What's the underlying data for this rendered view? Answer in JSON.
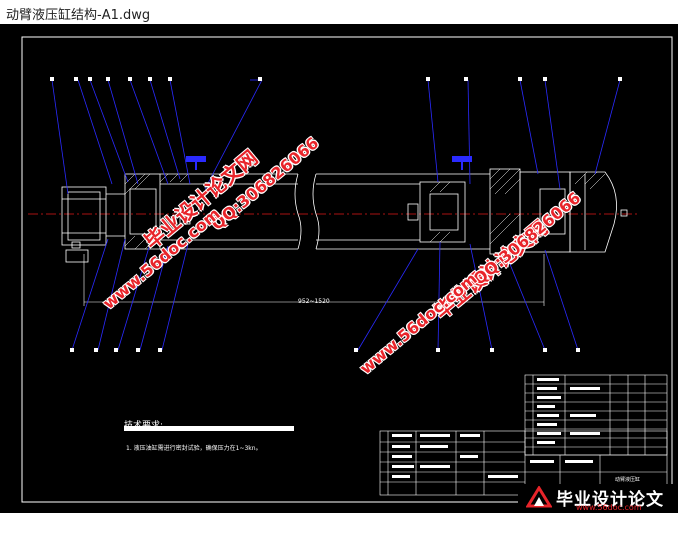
{
  "window": {
    "title": "动臂液压缸结构-A1.dwg"
  },
  "drawing": {
    "tech_requirements_title": "技术要求:",
    "tech_note": "1. 液压油缸需进行密封试验，确保压力在1~3kn。",
    "dimension": "952~1520",
    "bom_title": "动臂液压缸"
  },
  "watermarks": {
    "site_cn": "毕业设计论文网",
    "qq": "QQ:306826066",
    "url": "www.56doc.com"
  },
  "logo": {
    "text": "毕业设计论文网",
    "url": "www.56doc.com"
  },
  "colors": {
    "background": "#000000",
    "lines": "#ffffff",
    "leaders": "#2a2aff",
    "centerline": "#e01818",
    "watermark": "#e8242a"
  }
}
